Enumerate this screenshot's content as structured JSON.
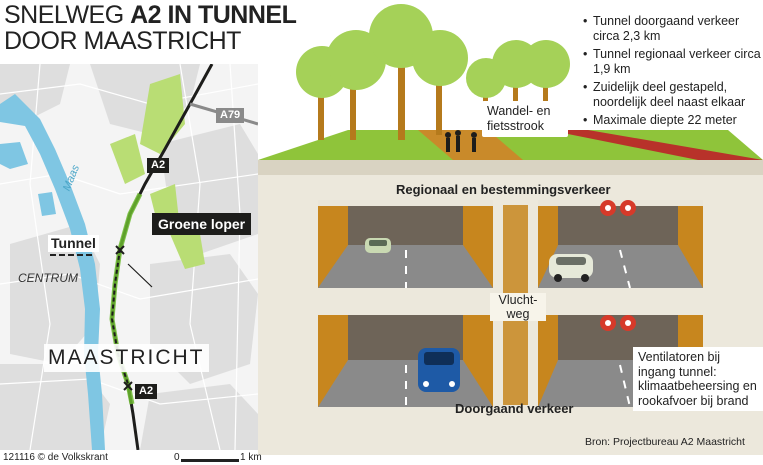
{
  "title": {
    "line1_light": "SNELWEG ",
    "line1_bold": "A2 IN TUNNEL",
    "line2": "DOOR MAASTRICHT"
  },
  "map": {
    "tunnel_label": "Tunnel",
    "centrum_label": "CENTRUM",
    "maas_label": "Maas",
    "city_label": "MAASTRICHT",
    "groene_loper_label": "Groene loper",
    "shield_a2_top": "A2",
    "shield_a2_bottom": "A2",
    "shield_a79": "A79",
    "colors": {
      "water": "#7fc6e3",
      "green": "#9ccf3f",
      "urban": "#e6e6e6",
      "road": "#1d1d1b"
    }
  },
  "facts": [
    "Tunnel doorgaand verkeer circa 2,3 km",
    "Tunnel regionaal verkeer circa 1,9 km",
    "Zuidelijk deel gestapeld, noordelijk deel naast elkaar",
    "Maximale diepte 22 meter"
  ],
  "diagram": {
    "wandel_label": "Wandel- en fietsstrook",
    "regionaal_label": "Regionaal en bestemmingsverkeer",
    "vlucht_label": "Vlucht-weg",
    "doorgaand_label": "Doorgaand verkeer",
    "venti_label": "Ventilatoren bij ingang tunnel: klimaatbeheersing en rookafvoer bij brand",
    "colors": {
      "grass": "#8fc43a",
      "concrete": "#e9e5d9",
      "tunnel_wall": "#c7861e",
      "asphalt": "#8a8a8a",
      "fan": "#d63a2a"
    }
  },
  "footer": {
    "credit": "121116 © de Volkskrant",
    "scale_zero": "0",
    "scale_one": "1 km",
    "source": "Bron: Projectbureau A2 Maastricht"
  }
}
